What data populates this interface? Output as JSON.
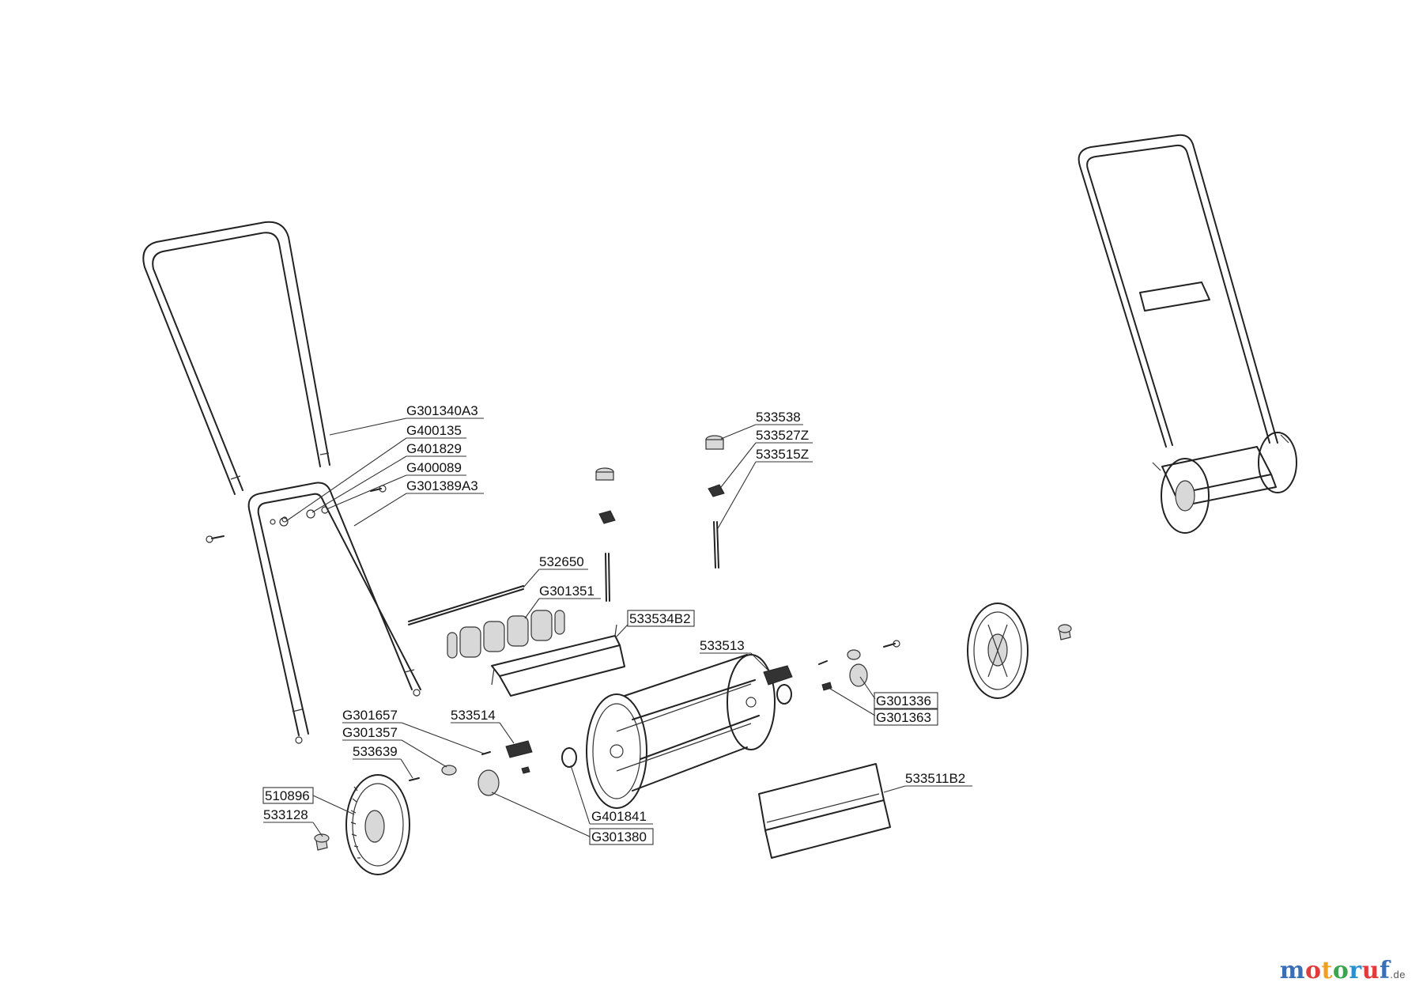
{
  "labels": {
    "g301340a3": "G301340A3",
    "g400135": "G400135",
    "g401829": "G401829",
    "g400089": "G400089",
    "g301389a3": "G301389A3",
    "p533538": "533538",
    "p533527z": "533527Z",
    "p533515z": "533515Z",
    "p532650": "532650",
    "g301351": "G301351",
    "p533534b2": "533534B2",
    "p533513": "533513",
    "g301336": "G301336",
    "g301363": "G301363",
    "g301657": "G301657",
    "g301357": "G301357",
    "p533514": "533514",
    "p533639": "533639",
    "p510896": "510896",
    "p533128": "533128",
    "g401841": "G401841",
    "g301380": "G301380",
    "p533511b2": "533511B2"
  },
  "brand": {
    "letters": [
      "m",
      "o",
      "t",
      "o",
      "r",
      "u",
      "f"
    ],
    "colors": [
      "#3a6fb5",
      "#e23b3b",
      "#f0a020",
      "#3aa54a",
      "#2a8fcf",
      "#e23b3b",
      "#3a6fb5"
    ],
    "suffix": ".de"
  }
}
